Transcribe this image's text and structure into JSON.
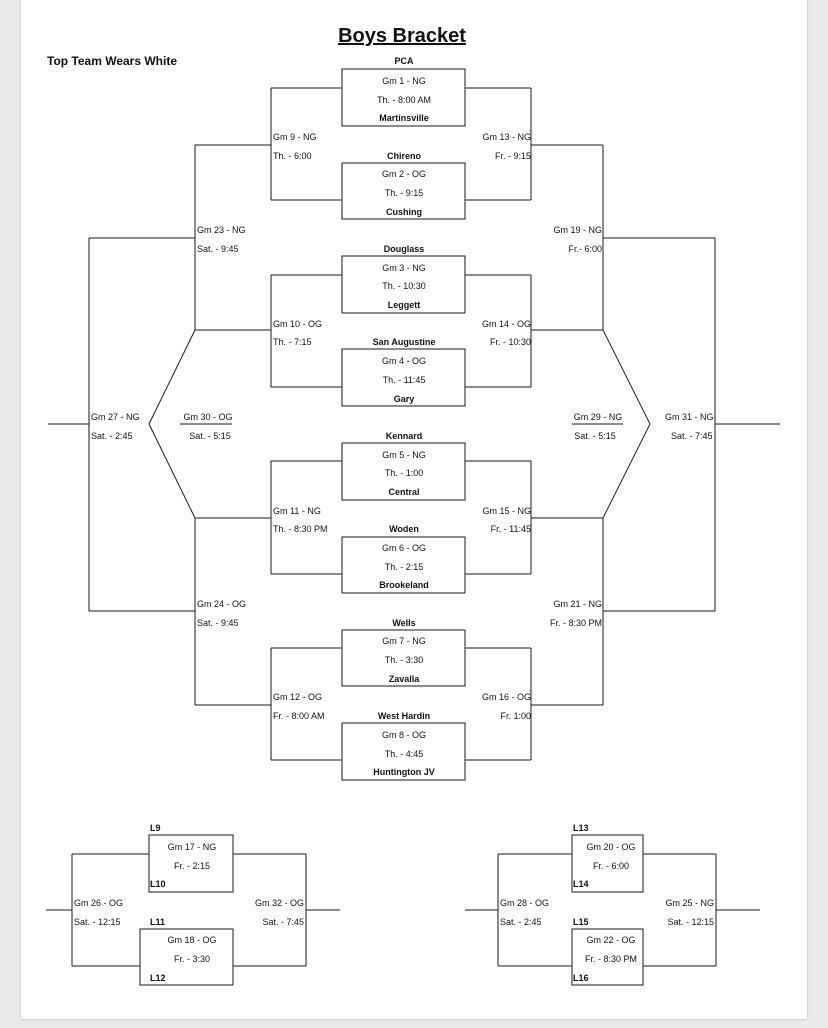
{
  "title": "Boys Bracket",
  "note": "Top Team Wears White",
  "games": [
    {
      "id": "g1",
      "label": "Gm 1 - NG",
      "time": "Th. - 8:00 AM"
    },
    {
      "id": "g2",
      "label": "Gm 2 - OG",
      "time": "Th. - 9:15"
    },
    {
      "id": "g3",
      "label": "Gm 3 - NG",
      "time": "Th. - 10:30"
    },
    {
      "id": "g4",
      "label": "Gm 4 - OG",
      "time": "Th. - 11:45"
    },
    {
      "id": "g5",
      "label": "Gm 5 - NG",
      "time": "Th. - 1:00"
    },
    {
      "id": "g6",
      "label": "Gm 6 - OG",
      "time": "Th. - 2:15"
    },
    {
      "id": "g7",
      "label": "Gm 7 - NG",
      "time": "Th. - 3:30"
    },
    {
      "id": "g8",
      "label": "Gm 8 - OG",
      "time": "Th. - 4:45"
    },
    {
      "id": "g9",
      "label": "Gm 9 - NG",
      "time": "Th. - 6:00"
    },
    {
      "id": "g10",
      "label": "Gm 10 - OG",
      "time": "Th. - 7:15"
    },
    {
      "id": "g11",
      "label": "Gm 11 - NG",
      "time": "Th. - 8:30 PM"
    },
    {
      "id": "g12",
      "label": "Gm 12 - OG",
      "time": "Fr. - 8:00 AM"
    },
    {
      "id": "g13",
      "label": "Gm 13 - NG",
      "time": "Fr. - 9:15"
    },
    {
      "id": "g14",
      "label": "Gm 14 - OG",
      "time": "Fr. - 10:30"
    },
    {
      "id": "g15",
      "label": "Gm 15 - NG",
      "time": "Fr. - 11:45"
    },
    {
      "id": "g16",
      "label": "Gm 16 - OG",
      "time": "Fr. 1:00"
    },
    {
      "id": "g17",
      "label": "Gm 17 - NG",
      "time": "Fr. - 2:15"
    },
    {
      "id": "g18",
      "label": "Gm 18 - OG",
      "time": "Fr. - 3:30"
    },
    {
      "id": "g19",
      "label": "Gm 19 - NG",
      "time": "Fr.- 6:00"
    },
    {
      "id": "g20",
      "label": "Gm 20 - OG",
      "time": "Fr. - 6:00"
    },
    {
      "id": "g21",
      "label": "Gm 21 - NG",
      "time": "Fr. - 8:30 PM"
    },
    {
      "id": "g22",
      "label": "Gm 22  - OG",
      "time": "Fr. - 8:30 PM"
    },
    {
      "id": "g23",
      "label": "Gm 23 - NG",
      "time": "Sat. - 9:45"
    },
    {
      "id": "g24",
      "label": "Gm 24 - OG",
      "time": "Sat. - 9:45"
    },
    {
      "id": "g25",
      "label": "Gm 25 - NG",
      "time": "Sat. - 12:15"
    },
    {
      "id": "g26",
      "label": "Gm 26 - OG",
      "time": "Sat. - 12:15"
    },
    {
      "id": "g27",
      "label": "Gm 27 - NG",
      "time": "Sat. - 2:45"
    },
    {
      "id": "g28",
      "label": "Gm 28 - OG",
      "time": "Sat. - 2:45"
    },
    {
      "id": "g29",
      "label": "Gm 29 - NG",
      "time": "Sat. - 5:15"
    },
    {
      "id": "g30",
      "label": "Gm 30 - OG",
      "time": "Sat. - 5:15"
    },
    {
      "id": "g31",
      "label": "Gm 31 - NG",
      "time": "Sat. - 7:45"
    },
    {
      "id": "g32",
      "label": "Gm 32 - OG",
      "time": "Sat. - 7:45"
    }
  ],
  "teams": [
    "PCA",
    "Martinsville",
    "Chireno",
    "Cushing",
    "Douglass",
    "Leggett",
    "San Augustine",
    "Gary",
    "Kennard",
    "Central",
    "Woden",
    "Brookeland",
    "Wells",
    "Zavalla",
    "West Hardin",
    "Huntington JV"
  ],
  "loser_slots": [
    "L9",
    "L10",
    "L11",
    "L12",
    "L13",
    "L14",
    "L15",
    "L16"
  ]
}
